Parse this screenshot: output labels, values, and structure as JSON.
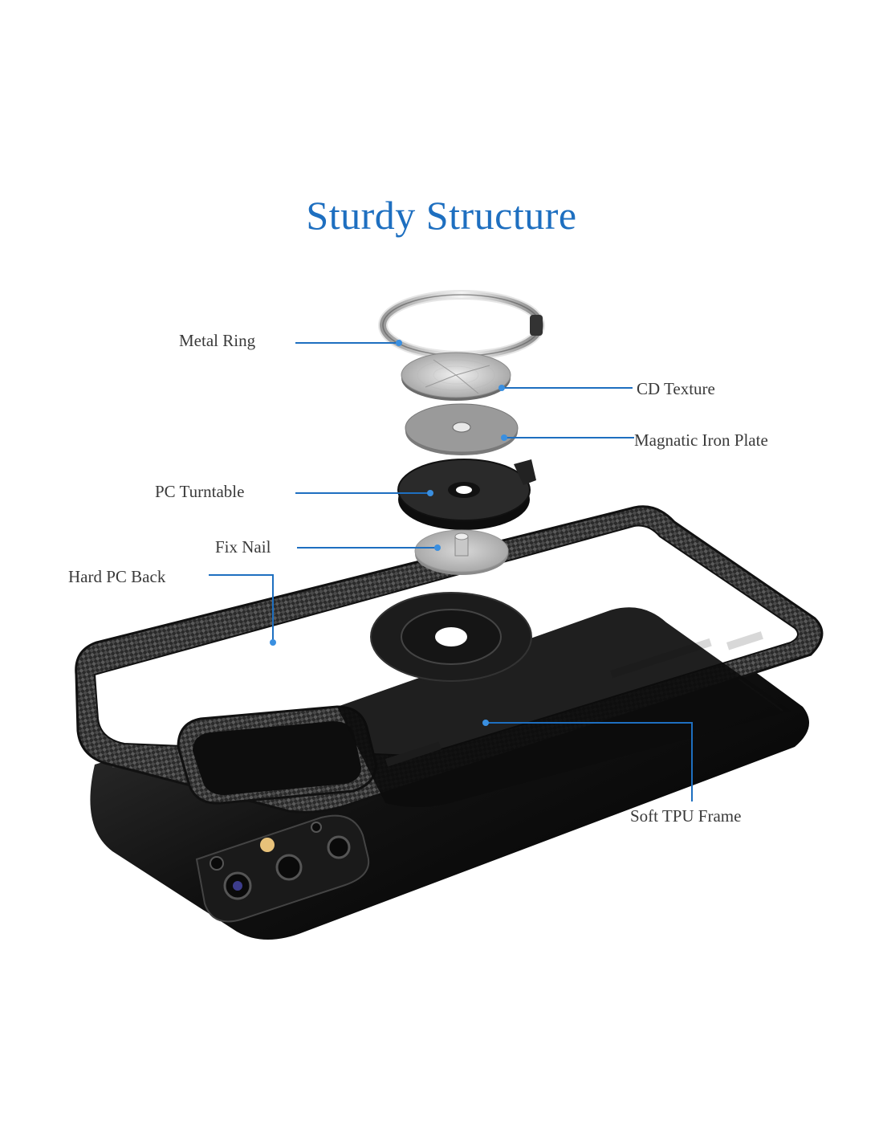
{
  "title": "Sturdy Structure",
  "accent_color": "#1e6fc0",
  "callouts": [
    {
      "id": "metal-ring",
      "label": "Metal Ring"
    },
    {
      "id": "cd-texture",
      "label": "CD Texture"
    },
    {
      "id": "iron-plate",
      "label": "Magnatic Iron Plate"
    },
    {
      "id": "pc-turntable",
      "label": "PC Turntable"
    },
    {
      "id": "fix-nail",
      "label": "Fix Nail"
    },
    {
      "id": "hard-pc-back",
      "label": "Hard PC Back"
    },
    {
      "id": "soft-tpu-frame",
      "label": "Soft TPU Frame"
    }
  ]
}
